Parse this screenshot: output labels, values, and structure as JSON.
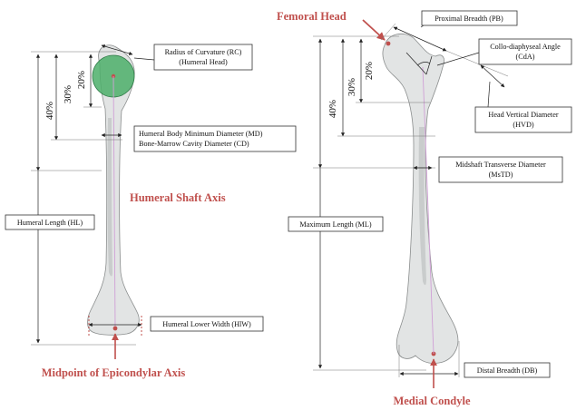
{
  "humerus": {
    "radius_curvature": [
      "Radius of Curvature (RC)",
      "(Humeral Head)"
    ],
    "md_cd": [
      "Humeral Body Minimum Diameter (MD)",
      "Bone-Marrow Cavity Diameter (CD)"
    ],
    "length": "Humeral Length (HL)",
    "lower_width": "Humeral Lower Width (HlW)",
    "shaft_axis": "Humeral Shaft Axis",
    "epicondylar": "Midpoint of Epicondylar Axis",
    "pct_40": "40%",
    "pct_30": "30%",
    "pct_20": "20%"
  },
  "femur": {
    "femoral_head": "Femoral Head",
    "proximal_breadth": "Proximal Breadth (PB)",
    "cda": [
      "Collo-diaphyseal Angle",
      "(CdA)"
    ],
    "hvd": [
      "Head Vertical Diameter",
      "(HVD)"
    ],
    "mstd": [
      "Midshaft Transverse Diameter",
      "(MsTD)"
    ],
    "max_length": "Maximum Length (ML)",
    "distal_breadth": "Distal Breadth (DB)",
    "medial_condyle": "Medial Condyle",
    "pct_40": "40%",
    "pct_30": "30%",
    "pct_20": "20%"
  },
  "colors": {
    "accent_red": "#c0504d",
    "head_green": "#4caf6a",
    "axis_pink": "#d0a0d6"
  }
}
